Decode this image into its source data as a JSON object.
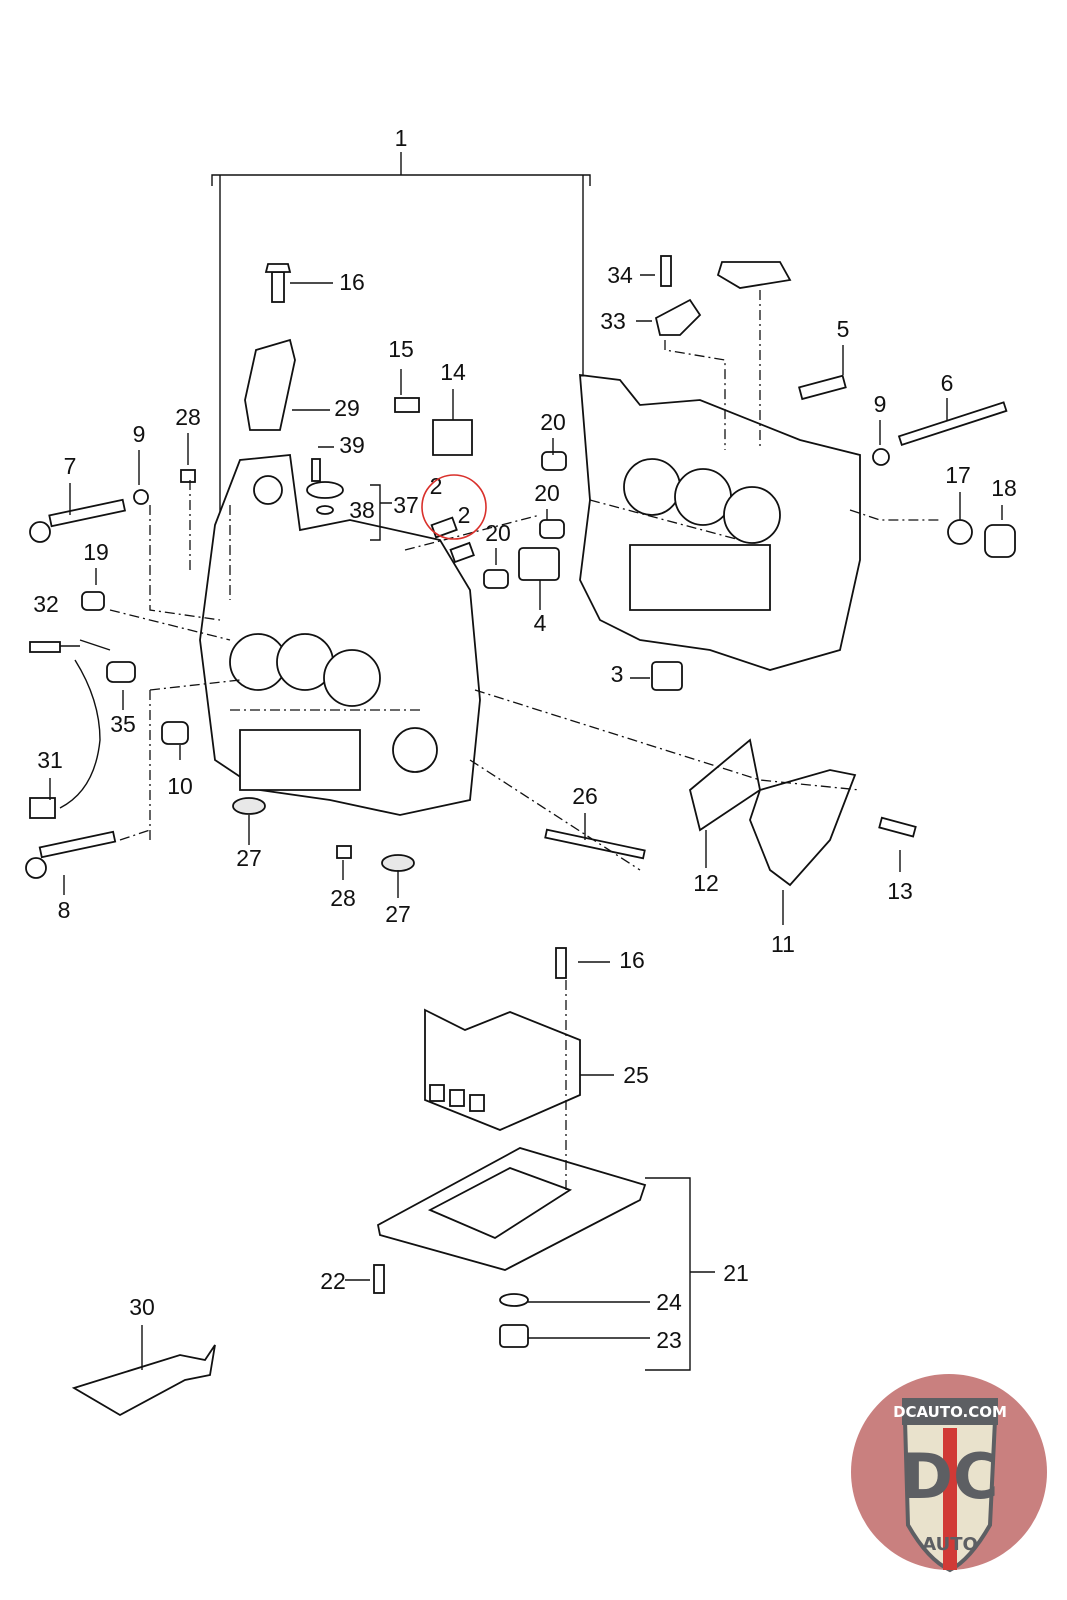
{
  "diagram": {
    "callouts": [
      "1",
      "16",
      "34",
      "33",
      "5",
      "15",
      "14",
      "29",
      "6",
      "9",
      "28",
      "9",
      "39",
      "20",
      "7",
      "2",
      "2",
      "37",
      "38",
      "20",
      "17",
      "18",
      "20",
      "19",
      "32",
      "4",
      "3",
      "35",
      "31",
      "10",
      "26",
      "12",
      "13",
      "27",
      "28",
      "27",
      "8",
      "11",
      "16",
      "25",
      "21",
      "22",
      "30",
      "24",
      "23"
    ],
    "highlight_color": "#d9302b"
  },
  "logo": {
    "top_text": "DCAUTO.COM",
    "main_text": "DC",
    "sub_text": "AUTO",
    "colors": {
      "badge": "#c9807f",
      "shield": "#e9e2cc",
      "letters": "#5d5f63",
      "stripe": "#d13a36"
    }
  }
}
